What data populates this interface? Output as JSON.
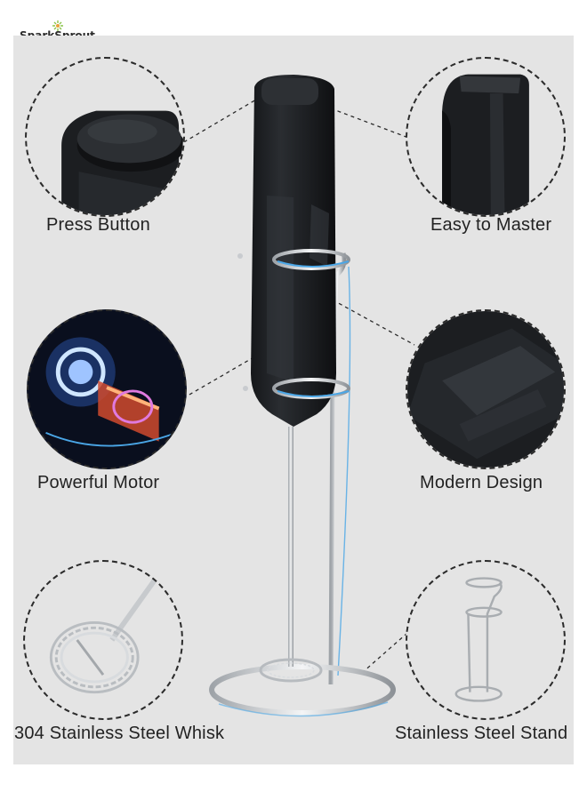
{
  "brand": {
    "name": "SparkSprout"
  },
  "features": [
    {
      "label": "Press Button",
      "icon": "press-button-closeup"
    },
    {
      "label": "Easy to Master",
      "icon": "handle-top-closeup"
    },
    {
      "label": "Powerful Motor",
      "icon": "motor-cutaway"
    },
    {
      "label": "Modern Design",
      "icon": "body-texture-closeup"
    },
    {
      "label": "304 Stainless Steel Whisk",
      "icon": "coil-whisk"
    },
    {
      "label": "Stainless Steel Stand",
      "icon": "wire-stand"
    }
  ],
  "colors": {
    "panel": "#e4e4e4",
    "device": "#1f2124",
    "accent": "#3aa0e0",
    "steel": "#c8cbcf"
  }
}
